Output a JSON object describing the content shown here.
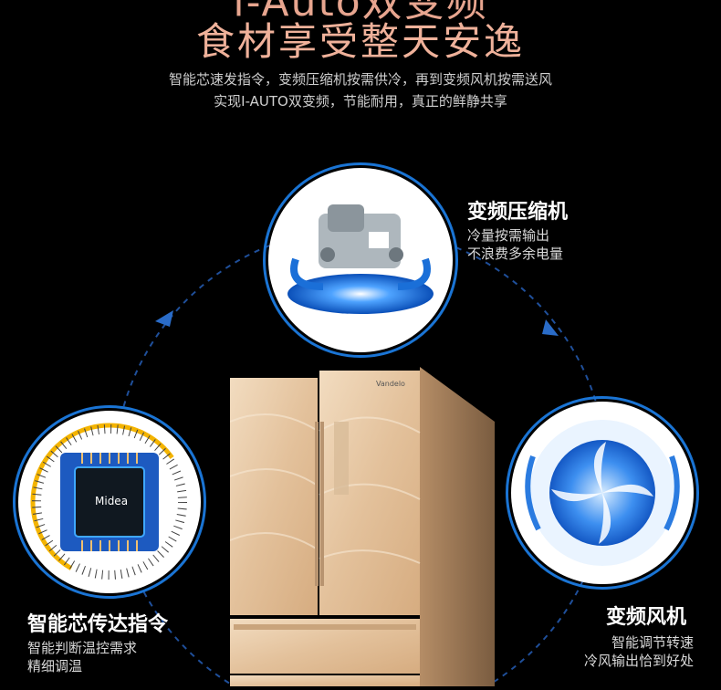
{
  "header": {
    "title_top": "i-Auto双变频",
    "title_main": "食材享受整天安逸",
    "subtitle_line1": "智能芯速发指令，变频压缩机按需供冷，再到变频风机按需送风",
    "subtitle_line2": "实现I-AUTO双变频，节能耐用，真正的鲜静共享"
  },
  "features": {
    "compressor": {
      "title": "变频压缩机",
      "desc_line1": "冷量按需输出",
      "desc_line2": "不浪费多余电量",
      "icon": "compressor-icon"
    },
    "chip": {
      "title": "智能芯传达指令",
      "desc_line1": "智能判断温控需求",
      "desc_line2": "精细调温",
      "icon": "chip-icon",
      "chip_brand": "Midea"
    },
    "fan": {
      "title": "变频风机",
      "desc_line1": "智能调节转速",
      "desc_line2": "冷风输出恰到好处",
      "icon": "fan-icon"
    }
  },
  "fridge": {
    "brand": "Vandelo"
  },
  "colors": {
    "background": "#000000",
    "title_accent": "#efb19a",
    "ring_blue": "#1a74d4",
    "fridge_gold": "#e8c9a3"
  }
}
